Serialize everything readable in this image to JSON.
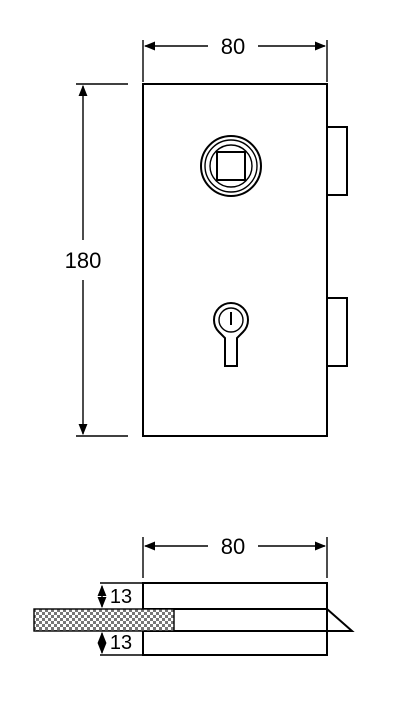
{
  "front_view": {
    "width_label": "80",
    "height_label": "180"
  },
  "side_view": {
    "width_label": "80",
    "top_thickness_label": "13",
    "bottom_thickness_label": "13"
  },
  "colors": {
    "line": "#000000",
    "background": "#ffffff",
    "glass_hatch": "#888888"
  }
}
